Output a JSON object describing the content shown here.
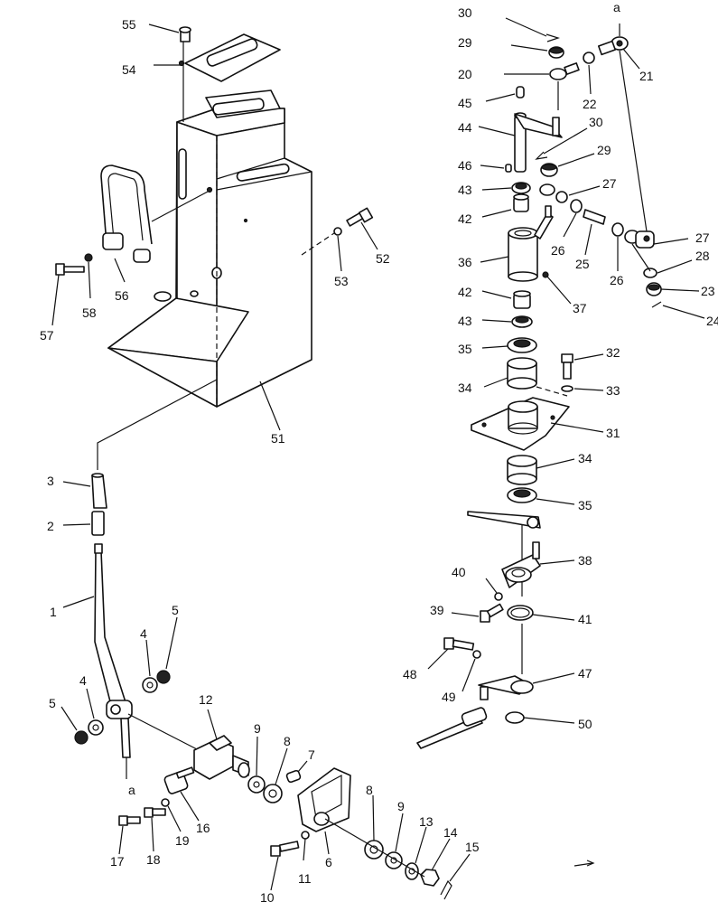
{
  "diagram": {
    "labels": [
      {
        "id": "l55",
        "text": "55"
      },
      {
        "id": "l54",
        "text": "54"
      },
      {
        "id": "l56",
        "text": "56"
      },
      {
        "id": "l57",
        "text": "57"
      },
      {
        "id": "l58",
        "text": "58"
      },
      {
        "id": "l52",
        "text": "52"
      },
      {
        "id": "l53",
        "text": "53"
      },
      {
        "id": "l51",
        "text": "51"
      },
      {
        "id": "l3",
        "text": "3"
      },
      {
        "id": "l2",
        "text": "2"
      },
      {
        "id": "l1",
        "text": "1"
      },
      {
        "id": "l5a",
        "text": "5"
      },
      {
        "id": "l4a",
        "text": "4"
      },
      {
        "id": "l4b",
        "text": "4"
      },
      {
        "id": "l5b",
        "text": "5"
      },
      {
        "id": "l12",
        "text": "12"
      },
      {
        "id": "la1",
        "text": "a"
      },
      {
        "id": "l16",
        "text": "16"
      },
      {
        "id": "l17",
        "text": "17"
      },
      {
        "id": "l18",
        "text": "18"
      },
      {
        "id": "l19",
        "text": "19"
      },
      {
        "id": "l9a",
        "text": "9"
      },
      {
        "id": "l8a",
        "text": "8"
      },
      {
        "id": "l7",
        "text": "7"
      },
      {
        "id": "l6",
        "text": "6"
      },
      {
        "id": "l10",
        "text": "10"
      },
      {
        "id": "l11",
        "text": "11"
      },
      {
        "id": "l8b",
        "text": "8"
      },
      {
        "id": "l9b",
        "text": "9"
      },
      {
        "id": "l13",
        "text": "13"
      },
      {
        "id": "l14",
        "text": "14"
      },
      {
        "id": "l15",
        "text": "15"
      },
      {
        "id": "l30a",
        "text": "30"
      },
      {
        "id": "la2",
        "text": "a"
      },
      {
        "id": "l29a",
        "text": "29"
      },
      {
        "id": "l20",
        "text": "20"
      },
      {
        "id": "l21",
        "text": "21"
      },
      {
        "id": "l22",
        "text": "22"
      },
      {
        "id": "l45",
        "text": "45"
      },
      {
        "id": "l44",
        "text": "44"
      },
      {
        "id": "l30b",
        "text": "30"
      },
      {
        "id": "l29b",
        "text": "29"
      },
      {
        "id": "l46",
        "text": "46"
      },
      {
        "id": "l43a",
        "text": "43"
      },
      {
        "id": "l27a",
        "text": "27"
      },
      {
        "id": "l42a",
        "text": "42"
      },
      {
        "id": "l26a",
        "text": "26"
      },
      {
        "id": "l25",
        "text": "25"
      },
      {
        "id": "l27b",
        "text": "27"
      },
      {
        "id": "l36",
        "text": "36"
      },
      {
        "id": "l26b",
        "text": "26"
      },
      {
        "id": "l28",
        "text": "28"
      },
      {
        "id": "l23",
        "text": "23"
      },
      {
        "id": "l24",
        "text": "24"
      },
      {
        "id": "l42b",
        "text": "42"
      },
      {
        "id": "l37",
        "text": "37"
      },
      {
        "id": "l43b",
        "text": "43"
      },
      {
        "id": "l35a",
        "text": "35"
      },
      {
        "id": "l32",
        "text": "32"
      },
      {
        "id": "l34a",
        "text": "34"
      },
      {
        "id": "l33",
        "text": "33"
      },
      {
        "id": "l31",
        "text": "31"
      },
      {
        "id": "l34b",
        "text": "34"
      },
      {
        "id": "l35b",
        "text": "35"
      },
      {
        "id": "l38",
        "text": "38"
      },
      {
        "id": "l40",
        "text": "40"
      },
      {
        "id": "l39",
        "text": "39"
      },
      {
        "id": "l41",
        "text": "41"
      },
      {
        "id": "l48",
        "text": "48"
      },
      {
        "id": "l47",
        "text": "47"
      },
      {
        "id": "l49",
        "text": "49"
      },
      {
        "id": "l50",
        "text": "50"
      }
    ]
  }
}
